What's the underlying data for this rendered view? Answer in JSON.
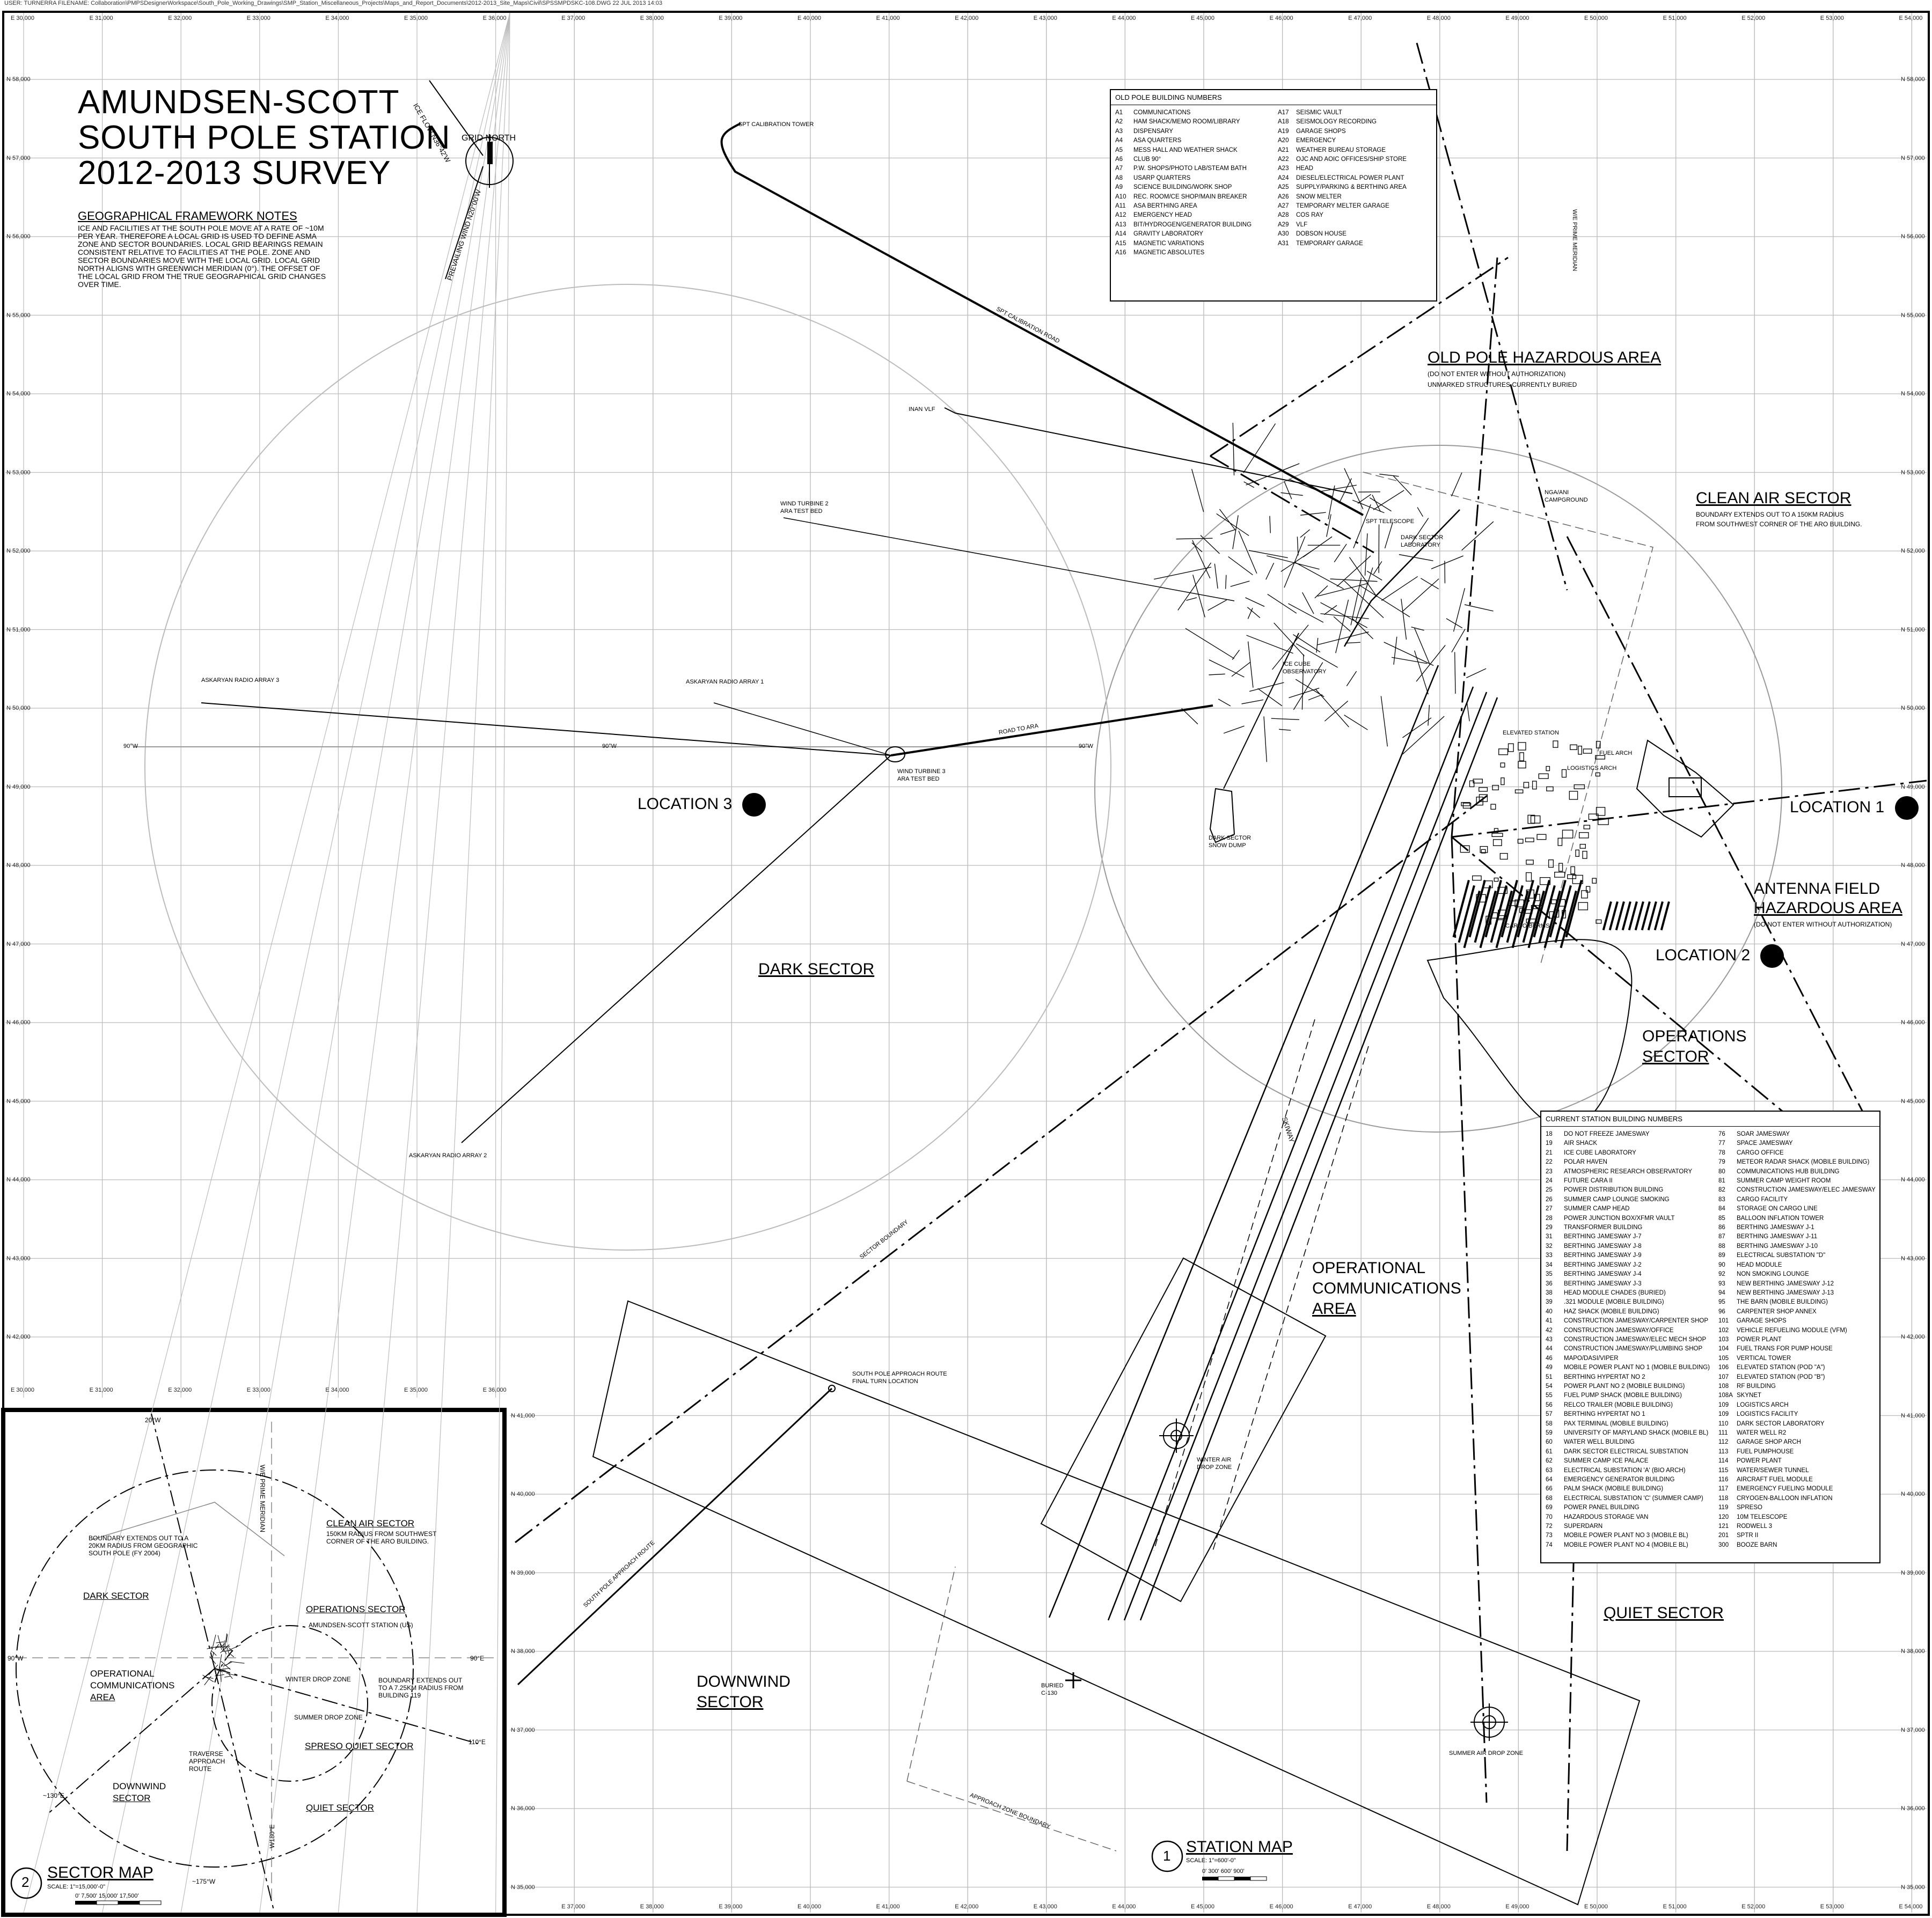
{
  "header": "USER: TURNERRA   FILENAME: Collaboration\\PMPSDesignerWorkspace\\South_Pole_Working_Drawings\\SMP_Station_Miscellaneous_Projects\\Maps_and_Report_Documents\\2012-2013_Site_Maps\\Civil\\SPSSMPDSKC-108.DWG   22 JUL 2013 14:03",
  "title": [
    "AMUNDSEN-SCOTT",
    "SOUTH POLE STATION",
    "2012-2013 SURVEY"
  ],
  "notes": {
    "heading": "GEOGRAPHICAL FRAMEWORK NOTES",
    "body": "ICE AND FACILITIES AT THE SOUTH POLE MOVE AT A RATE OF ~10M PER YEAR. THEREFORE A LOCAL GRID IS USED TO DEFINE ASMA ZONE AND SECTOR BOUNDARIES. LOCAL GRID BEARINGS REMAIN CONSISTENT RELATIVE TO FACILITIES AT THE POLE. ZONE AND SECTOR BOUNDARIES MOVE WITH THE LOCAL GRID. LOCAL GRID NORTH ALIGNS WITH GREENWICH MERIDIAN (0°). THE OFFSET OF THE LOCAL GRID FROM THE TRUE GEOGRAPHICAL GRID CHANGES OVER TIME."
  },
  "compass": {
    "grid_north": "GRID NORTH",
    "ice_flow": "ICE FLOW N36°42'W",
    "prevailing_wind": "PREVAILING WIND N20°00'W"
  },
  "old_pole": {
    "title": "OLD POLE BUILDING NUMBERS",
    "col1": [
      [
        "A1",
        "COMMUNICATIONS"
      ],
      [
        "A2",
        "HAM SHACK/MEMO ROOM/LIBRARY"
      ],
      [
        "A3",
        "DISPENSARY"
      ],
      [
        "A4",
        "ASA QUARTERS"
      ],
      [
        "A5",
        "MESS HALL AND WEATHER SHACK"
      ],
      [
        "A6",
        "CLUB 90°"
      ],
      [
        "A7",
        "P.W. SHOPS/PHOTO LAB/STEAM BATH"
      ],
      [
        "A8",
        "USARP QUARTERS"
      ],
      [
        "A9",
        "SCIENCE BUILDING/WORK SHOP"
      ],
      [
        "A10",
        "REC. ROOM/CE SHOP/MAIN BREAKER"
      ],
      [
        "A11",
        "ASA BERTHING AREA"
      ],
      [
        "A12",
        "EMERGENCY HEAD"
      ],
      [
        "A13",
        "BIT/HYDROGEN/GENERATOR BUILDING"
      ],
      [
        "A14",
        "GRAVITY LABORATORY"
      ],
      [
        "A15",
        "MAGNETIC VARIATIONS"
      ],
      [
        "A16",
        "MAGNETIC ABSOLUTES"
      ]
    ],
    "col2": [
      [
        "A17",
        "SEISMIC VAULT"
      ],
      [
        "A18",
        "SEISMOLOGY RECORDING"
      ],
      [
        "A19",
        "GARAGE SHOPS"
      ],
      [
        "A20",
        "EMERGENCY"
      ],
      [
        "A21",
        "WEATHER BUREAU STORAGE"
      ],
      [
        "A22",
        "OJC AND AOIC OFFICES/SHIP STORE"
      ],
      [
        "A23",
        "HEAD"
      ],
      [
        "A24",
        "DIESEL/ELECTRICAL POWER PLANT"
      ],
      [
        "A25",
        "SUPPLY/PARKING & BERTHING AREA"
      ],
      [
        "A26",
        "SNOW MELTER"
      ],
      [
        "A27",
        "TEMPORARY MELTER GARAGE"
      ],
      [
        "A28",
        "COS RAY"
      ],
      [
        "A29",
        "VLF"
      ],
      [
        "A30",
        "DOBSON HOUSE"
      ],
      [
        "A31",
        "TEMPORARY GARAGE"
      ]
    ]
  },
  "current": {
    "title": "CURRENT STATION BUILDING NUMBERS",
    "col1": [
      [
        "18",
        "DO NOT FREEZE JAMESWAY"
      ],
      [
        "19",
        "AIR SHACK"
      ],
      [
        "21",
        "ICE CUBE LABORATORY"
      ],
      [
        "22",
        "POLAR HAVEN"
      ],
      [
        "23",
        "ATMOSPHERIC RESEARCH OBSERVATORY"
      ],
      [
        "24",
        "FUTURE CARA II"
      ],
      [
        "25",
        "POWER DISTRIBUTION BUILDING"
      ],
      [
        "26",
        "SUMMER CAMP LOUNGE SMOKING"
      ],
      [
        "27",
        "SUMMER CAMP HEAD"
      ],
      [
        "28",
        "POWER JUNCTION BOX/XFMR VAULT"
      ],
      [
        "29",
        "TRANSFORMER BUILDING"
      ],
      [
        "31",
        "BERTHING JAMESWAY J-7"
      ],
      [
        "32",
        "BERTHING JAMESWAY J-8"
      ],
      [
        "33",
        "BERTHING JAMESWAY J-9"
      ],
      [
        "34",
        "BERTHING JAMESWAY J-2"
      ],
      [
        "35",
        "BERTHING JAMESWAY J-4"
      ],
      [
        "36",
        "BERTHING JAMESWAY J-3"
      ],
      [
        "38",
        "HEAD MODULE CHADES (BURIED)"
      ],
      [
        "39",
        ".321 MODULE (MOBILE BUILDING)"
      ],
      [
        "40",
        "HAZ SHACK (MOBILE BUILDING)"
      ],
      [
        "41",
        "CONSTRUCTION JAMESWAY/CARPENTER SHOP"
      ],
      [
        "42",
        "CONSTRUCTION JAMESWAY/OFFICE"
      ],
      [
        "43",
        "CONSTRUCTION JAMESWAY/ELEC MECH SHOP"
      ],
      [
        "44",
        "CONSTRUCTION JAMESWAY/PLUMBING SHOP"
      ],
      [
        "46",
        "MAPO/DASI/VIPER"
      ],
      [
        "49",
        "MOBILE POWER PLANT NO 1 (MOBILE BUILDING)"
      ],
      [
        "51",
        "BERTHING HYPERTAT NO 2"
      ],
      [
        "54",
        "POWER PLANT NO 2 (MOBILE BUILDING)"
      ],
      [
        "55",
        "FUEL PUMP SHACK (MOBILE BUILDING)"
      ],
      [
        "56",
        "RELCO TRAILER (MOBILE BUILDING)"
      ],
      [
        "57",
        "BERTHING HYPERTAT NO 1"
      ],
      [
        "58",
        "PAX TERMINAL (MOBILE BUILDING)"
      ],
      [
        "59",
        "UNIVERSITY OF MARYLAND SHACK (MOBILE BL)"
      ],
      [
        "60",
        "WATER WELL BUILDING"
      ],
      [
        "61",
        "DARK SECTOR ELECTRICAL SUBSTATION"
      ],
      [
        "62",
        "SUMMER CAMP ICE PALACE"
      ],
      [
        "63",
        "ELECTRICAL SUBSTATION 'A' (BIO ARCH)"
      ],
      [
        "64",
        "EMERGENCY GENERATOR BUILDING"
      ],
      [
        "66",
        "PALM SHACK (MOBILE BUILDING)"
      ],
      [
        "68",
        "ELECTRICAL SUBSTATION 'C' (SUMMER CAMP)"
      ],
      [
        "69",
        "POWER PANEL BUILDING"
      ],
      [
        "70",
        "HAZARDOUS STORAGE VAN"
      ],
      [
        "72",
        "SUPERDARN"
      ],
      [
        "73",
        "MOBILE POWER PLANT NO 3 (MOBILE BL)"
      ],
      [
        "74",
        "MOBILE POWER PLANT NO 4 (MOBILE BL)"
      ]
    ],
    "col2": [
      [
        "76",
        "SOAR JAMESWAY"
      ],
      [
        "77",
        "SPACE JAMESWAY"
      ],
      [
        "78",
        "CARGO OFFICE"
      ],
      [
        "79",
        "METEOR RADAR SHACK (MOBILE BUILDING)"
      ],
      [
        "80",
        "COMMUNICATIONS HUB BUILDING"
      ],
      [
        "81",
        "SUMMER CAMP WEIGHT ROOM"
      ],
      [
        "82",
        "CONSTRUCTION JAMESWAY/ELEC JAMESWAY"
      ],
      [
        "83",
        "CARGO FACILITY"
      ],
      [
        "84",
        "STORAGE ON CARGO LINE"
      ],
      [
        "85",
        "BALLOON INFLATION TOWER"
      ],
      [
        "86",
        "BERTHING JAMESWAY J-1"
      ],
      [
        "87",
        "BERTHING JAMESWAY J-11"
      ],
      [
        "88",
        "BERTHING JAMESWAY J-10"
      ],
      [
        "89",
        "ELECTRICAL SUBSTATION \"D\""
      ],
      [
        "90",
        "HEAD MODULE"
      ],
      [
        "92",
        "NON SMOKING LOUNGE"
      ],
      [
        "93",
        "NEW BERTHING JAMESWAY J-12"
      ],
      [
        "94",
        "NEW BERTHING JAMESWAY J-13"
      ],
      [
        "95",
        "THE BARN (MOBILE BUILDING)"
      ],
      [
        "96",
        "CARPENTER SHOP ANNEX"
      ],
      [
        "101",
        "GARAGE SHOPS"
      ],
      [
        "102",
        "VEHICLE REFUELING MODULE (VFM)"
      ],
      [
        "103",
        "POWER PLANT"
      ],
      [
        "104",
        "FUEL TRANS FOR PUMP HOUSE"
      ],
      [
        "105",
        "VERTICAL TOWER"
      ],
      [
        "106",
        "ELEVATED STATION (POD \"A\")"
      ],
      [
        "107",
        "ELEVATED STATION (POD \"B\")"
      ],
      [
        "108",
        "RF BUILDING"
      ],
      [
        "108A",
        "SKYNET"
      ],
      [
        "109",
        "LOGISTICS ARCH"
      ],
      [
        "109",
        "LOGISTICS FACILITY"
      ],
      [
        "110",
        "DARK SECTOR LABORATORY"
      ],
      [
        "111",
        "WATER WELL R2"
      ],
      [
        "112",
        "GARAGE SHOP ARCH"
      ],
      [
        "113",
        "FUEL PUMPHOUSE"
      ],
      [
        "114",
        "POWER PLANT"
      ],
      [
        "115",
        "WATER/SEWER TUNNEL"
      ],
      [
        "116",
        "AIRCRAFT FUEL MODULE"
      ],
      [
        "117",
        "EMERGENCY FUELING MODULE"
      ],
      [
        "118",
        "CRYOGEN-BALLOON INFLATION"
      ],
      [
        "119",
        "SPRESO"
      ],
      [
        "120",
        "10M TELESCOPE"
      ],
      [
        "121",
        "RODWELL 3"
      ],
      [
        "201",
        "SPTR II"
      ],
      [
        "300",
        "BOOZE BARN"
      ]
    ]
  },
  "zones": {
    "old_pole": "OLD POLE HAZARDOUS AREA",
    "old_pole_sub1": "(DO NOT ENTER WITHOUT AUTHORIZATION)",
    "old_pole_sub2": "UNMARKED STRUCTURES CURRENTLY BURIED",
    "clean_air": "CLEAN AIR SECTOR",
    "clean_air_sub1": "BOUNDARY EXTENDS OUT TO A 150KM RADIUS",
    "clean_air_sub2": "FROM SOUTHWEST CORNER OF THE ARO BUILDING.",
    "antenna1": "ANTENNA FIELD",
    "antenna2": "HAZARDOUS AREA",
    "antenna_sub": "(DO NOT ENTER WITHOUT AUTHORIZATION)",
    "dark": "DARK SECTOR",
    "operations1": "OPERATIONS",
    "operations2": "SECTOR",
    "opcomm1": "OPERATIONAL",
    "opcomm2": "COMMUNICATIONS",
    "opcomm3": "AREA",
    "downwind1": "DOWNWIND",
    "downwind2": "SECTOR",
    "quiet": "QUIET SECTOR"
  },
  "locations": {
    "l1": "LOCATION 1",
    "l2": "LOCATION 2",
    "l3": "LOCATION 3"
  },
  "features": {
    "spt_tower": "SPT CALIBRATION TOWER",
    "spt_road": "SPT CALIBRATION ROAD",
    "inan": "INAN VLF",
    "wt2a": "WIND TURBINE 2",
    "wt2b": "ARA TEST BED",
    "ara1": "ASKARYAN RADIO ARRAY 1",
    "ara2": "ASKARYAN RADIO ARRAY 2",
    "ara3": "ASKARYAN  RADIO ARRAY 3",
    "wt3a": "WIND TURBINE 3",
    "wt3b": "ARA TEST BED",
    "road_ara": "ROAD TO ARA",
    "spt": "SPT TELESCOPE",
    "dsl1": "DARK SECTOR",
    "dsl2": "LABORATORY",
    "icecube1": "ICE CUBE",
    "icecube2": "OBSERVATORY",
    "snowdump1": "DARK SECTOR",
    "snowdump2": "SNOW DUMP",
    "nga1": "NGA/ANI",
    "nga2": "CAMPGROUND",
    "elevated": "ELEVATED STATION",
    "fuel_arch": "FUEL ARCH",
    "logistics": "LOGISTICS ARCH",
    "cargo": "CARGO BERMS",
    "approach_final1": "SOUTH POLE APPROACH ROUTE",
    "approach_final2": "FINAL TURN LOCATION",
    "approach_route": "SOUTH POLE APPROACH ROUTE",
    "winter_drop1": "WINTER AIR",
    "winter_drop2": "DROP ZONE",
    "summer_drop": "SUMMER AIR DROP ZONE",
    "buried1": "BURIED",
    "buried2": "C-130",
    "skiway": "SKIWAY",
    "sector_boundary": "SECTOR BOUNDARY",
    "approach_zone": "APPROACH ZONE BOUNDARY",
    "prime_meridian": "W/E PRIME MERIDIAN",
    "w90": "90°W",
    "e90": "90°E"
  },
  "station_map": {
    "num": "1",
    "title": "STATION MAP",
    "scale": "SCALE: 1\"=600'-0\"",
    "bar": "0'  300'  600'  900'"
  },
  "sector_map": {
    "num": "2",
    "title": "SECTOR MAP",
    "scale": "SCALE: 1\"=15,000'-0\"",
    "bar": "0'  7,500'  15,000' 17,500'",
    "dark": "DARK SECTOR",
    "clean1": "CLEAN AIR SECTOR",
    "clean2": "150KM RADIUS FROM SOUTHWEST",
    "clean3": "CORNER OF THE ARO BUILDING.",
    "ops": "OPERATIONS SECTOR",
    "station": "AMUNDSEN-SCOTT STATION (US)",
    "opcomm1": "OPERATIONAL",
    "opcomm2": "COMMUNICATIONS",
    "opcomm3": "AREA",
    "winter": "WINTER DROP ZONE",
    "summer": "SUMMER DROP ZONE",
    "spreso": "SPRESO QUIET SECTOR",
    "downwind1": "DOWNWIND",
    "downwind2": "SECTOR",
    "quiet": "QUIET SECTOR",
    "traverse1": "TRAVERSE",
    "traverse2": "APPROACH",
    "traverse3": "ROUTE",
    "b20_1": "BOUNDARY EXTENDS OUT TO A",
    "b20_2": "20KM RADIUS FROM GEOGRAPHIC",
    "b20_3": "SOUTH POLE (FY 2004)",
    "b725_1": "BOUNDARY EXTENDS OUT",
    "b725_2": "TO A 7.25KM RADIUS FROM",
    "b725_3": "BUILDING 119",
    "w90": "90°W",
    "e90": "90°E",
    "e110": "110°E",
    "w130": "~130°E",
    "w20": "20°W",
    "w175": "~175°W",
    "w180": "W180°E",
    "pm": "W/E PRIME MERIDIAN"
  },
  "grid": {
    "top_e": [
      "E 30,000",
      "E 31,000",
      "E 32,000",
      "E 33,000",
      "E 34,000",
      "E 35,000",
      "E 36,000",
      "E 37,000",
      "E 38,000",
      "E 39,000",
      "E 40,000",
      "E 41,000",
      "E 42,000",
      "E 43,000",
      "E 44,000",
      "E 45,000",
      "E 46,000",
      "E 47,000",
      "E 48,000",
      "E 49,000",
      "E 50,000",
      "E 51,000",
      "E 52,000",
      "E 53,000",
      "E 54,000"
    ],
    "bottom_e": [
      "E 37,000",
      "E 38,000",
      "E 39,000",
      "E 40,000",
      "E 41,000",
      "E 42,000",
      "E 43,000",
      "E 44,000",
      "E 45,000",
      "E 46,000",
      "E 47,000",
      "E 48,000",
      "E 49,000",
      "E 50,000",
      "E 51,000",
      "E 52,000",
      "E 53,000",
      "E 54,000"
    ],
    "mid_e": [
      "E 30,000",
      "E 31,000",
      "E 32,000",
      "E 33,000",
      "E 34,000",
      "E 35,000",
      "E 36,000"
    ],
    "n_left": [
      "N 58,000",
      "N 57,000",
      "N 56,000",
      "N 55,000",
      "N 54,000",
      "N 53,000",
      "N 52,000",
      "N 51,000",
      "N 50,000",
      "N 49,000",
      "N 48,000",
      "N 47,000",
      "N 46,000",
      "N 45,000",
      "N 44,000",
      "N 43,000",
      "N 42,000"
    ],
    "n_lower": [
      "N 41,000",
      "N 40,000",
      "N 39,000",
      "N 38,000",
      "N 37,000",
      "N 36,000",
      "N 35,000"
    ],
    "n_right": [
      "N 58,000",
      "N 57,000",
      "N 56,000",
      "N 55,000",
      "N 54,000",
      "N 53,000",
      "N 52,000",
      "N 51,000",
      "N 50,000",
      "N 49,000",
      "N 48,000",
      "N 47,000",
      "N 46,000",
      "N 45,000",
      "N 44,000",
      "N 43,000",
      "N 42,000",
      "N 41,000",
      "N 40,000",
      "N 39,000",
      "N 38,000",
      "N 37,000",
      "N 36,000",
      "N 35,000"
    ]
  }
}
